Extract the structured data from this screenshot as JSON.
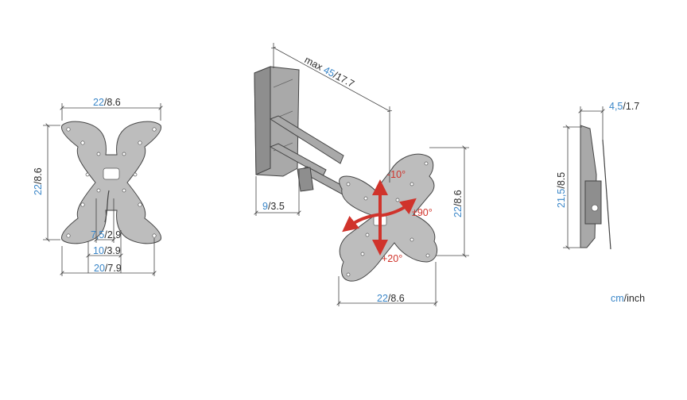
{
  "front_view": {
    "width": {
      "cm": "22",
      "inch": "/8.6"
    },
    "height": {
      "cm": "22",
      "inch": "/8.6"
    },
    "hole_7_5": {
      "cm": "7,5",
      "inch": "/2.9"
    },
    "hole_10": {
      "cm": "10",
      "inch": "/3.9"
    },
    "hole_20": {
      "cm": "20",
      "inch": "/7.9"
    }
  },
  "iso_view": {
    "max_extension": {
      "prefix": "max ",
      "cm": "45",
      "inch": "/17.7"
    },
    "wall_depth": {
      "cm": "9",
      "inch": "/3.5"
    },
    "plate_height": {
      "cm": "22",
      "inch": "/8.6"
    },
    "plate_width": {
      "cm": "22",
      "inch": "/8.6"
    },
    "tilt_up": "-10°",
    "tilt_down": "+20°",
    "rotation": "±90°"
  },
  "side_view": {
    "depth": {
      "cm": "4,5",
      "inch": "/1.7"
    },
    "height": {
      "cm": "21,5",
      "inch": "/8.5"
    }
  },
  "units": {
    "cm": "cm",
    "inch": "/inch"
  },
  "colors": {
    "metric": "#3a86c8",
    "angle": "#d0332b"
  }
}
